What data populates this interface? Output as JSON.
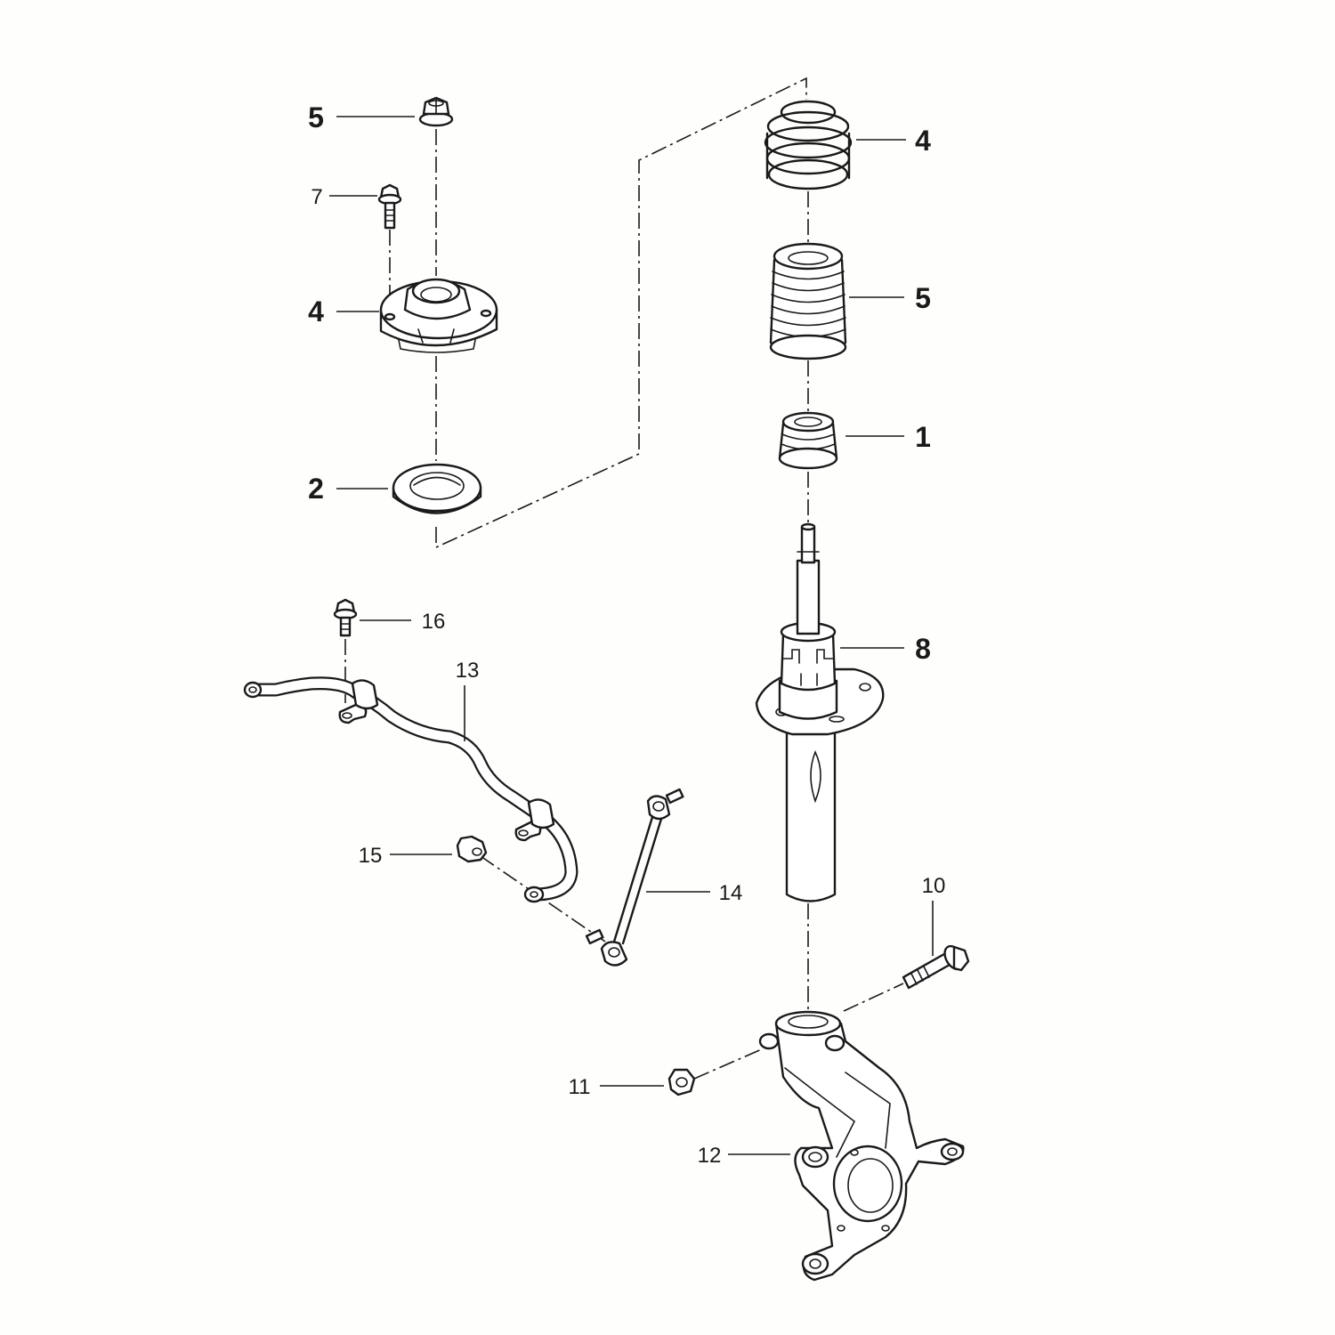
{
  "highlight_color": "#c8102e",
  "text_color": "#1a1a1a",
  "callouts": [
    {
      "id": "mount-nut-5",
      "label": "5",
      "highlighted": true
    },
    {
      "id": "bolt-7",
      "label": "7",
      "highlighted": false
    },
    {
      "id": "strut-mount-4",
      "label": "4",
      "highlighted": true
    },
    {
      "id": "bearing-2",
      "label": "2",
      "highlighted": true
    },
    {
      "id": "coil-spring-4",
      "label": "4",
      "highlighted": true
    },
    {
      "id": "dust-boot-5",
      "label": "5",
      "highlighted": true
    },
    {
      "id": "bump-stop-1",
      "label": "1",
      "highlighted": true
    },
    {
      "id": "shock-absorber-8",
      "label": "8",
      "highlighted": true
    },
    {
      "id": "bolt-16",
      "label": "16",
      "highlighted": false
    },
    {
      "id": "stabilizer-bar-13",
      "label": "13",
      "highlighted": false
    },
    {
      "id": "nut-15",
      "label": "15",
      "highlighted": false
    },
    {
      "id": "link-rod-14",
      "label": "14",
      "highlighted": false
    },
    {
      "id": "bolt-10",
      "label": "10",
      "highlighted": false
    },
    {
      "id": "nut-11",
      "label": "11",
      "highlighted": false
    },
    {
      "id": "steering-knuckle-12",
      "label": "12",
      "highlighted": false
    }
  ]
}
